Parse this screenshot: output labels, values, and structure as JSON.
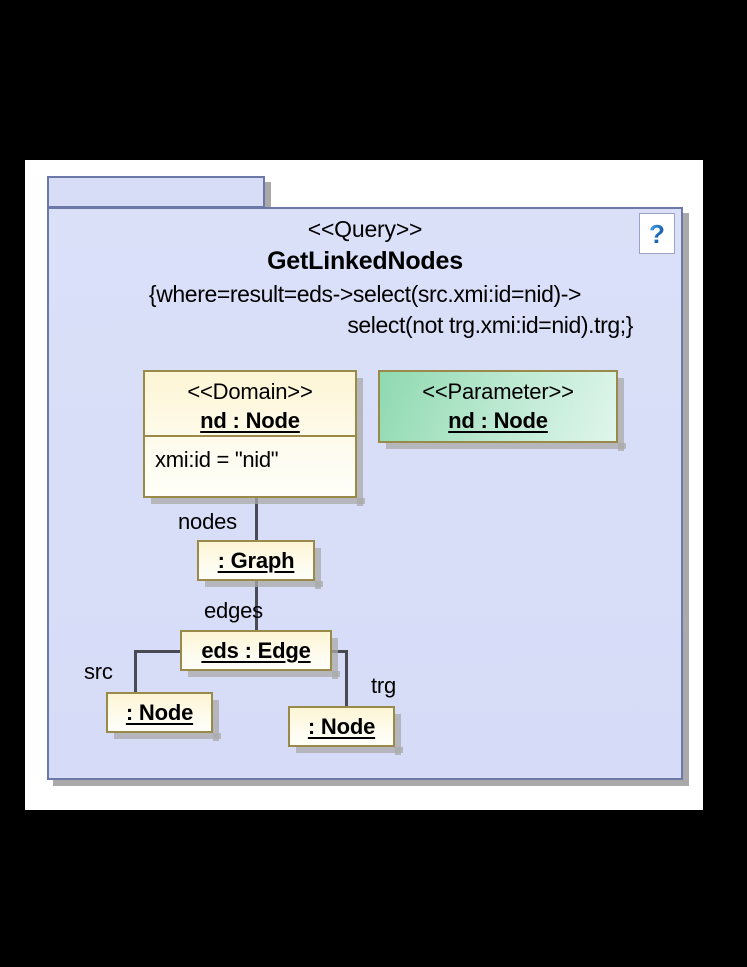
{
  "diagram": {
    "package": {
      "stereotype": "<<Query>>",
      "title": "GetLinkedNodes",
      "constraint_line1": "{where=result=eds->select(src.xmi:id=nid)->",
      "constraint_line2": "select(not trg.xmi:id=nid).trg;}",
      "help_icon": "question-mark-icon",
      "tab_label": "",
      "body_color": "#d9dff8",
      "border_color": "#6b78a8"
    },
    "boxes": [
      {
        "id": "domain",
        "stereotype": "<<Domain>>",
        "name": "nd : Node",
        "attribute": "xmi:id = \"nid\"",
        "fill": "#fdf5d4",
        "border": "#9a8a4a"
      },
      {
        "id": "parameter",
        "stereotype": "<<Parameter>>",
        "name": "nd : Node",
        "fill": "#8ed9b0",
        "border": "#9a8a4a"
      },
      {
        "id": "graph",
        "name": ": Graph",
        "fill": "#fdf5d4",
        "border": "#9a8a4a"
      },
      {
        "id": "edge",
        "name": "eds : Edge",
        "fill": "#fdf5d4",
        "border": "#9a8a4a"
      },
      {
        "id": "node-src",
        "name": ": Node",
        "fill": "#fdf5d4",
        "border": "#9a8a4a"
      },
      {
        "id": "node-trg",
        "name": ": Node",
        "fill": "#fdf5d4",
        "border": "#9a8a4a"
      }
    ],
    "links": [
      {
        "id": "nodes",
        "label": "nodes"
      },
      {
        "id": "edges",
        "label": "edges"
      },
      {
        "id": "src",
        "label": "src"
      },
      {
        "id": "trg",
        "label": "trg"
      }
    ]
  }
}
